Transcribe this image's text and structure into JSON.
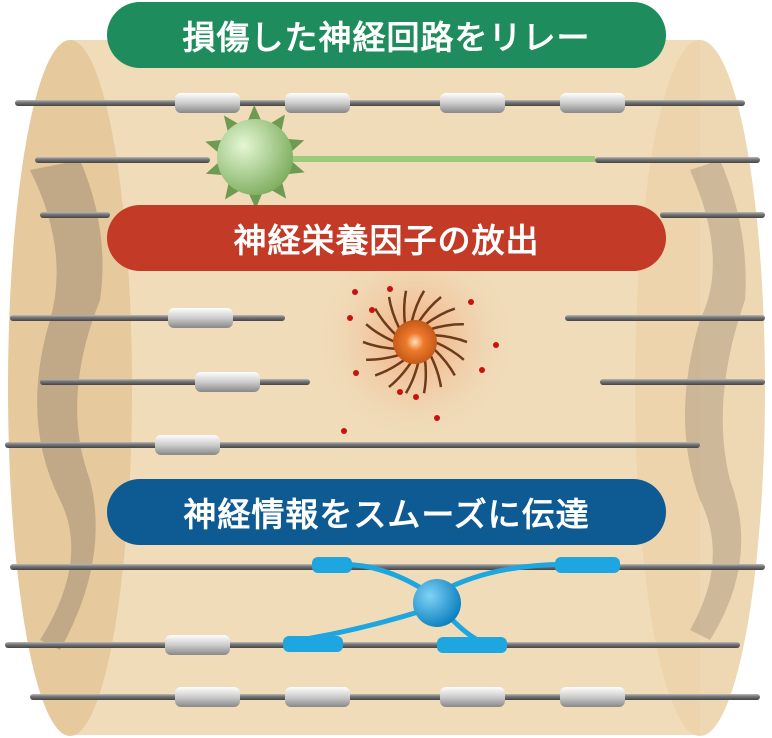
{
  "labels": {
    "relay": "損傷した神経回路をリレー",
    "release": "神経栄養因子の放出",
    "transmit": "神経情報をスムーズに伝達"
  },
  "colors": {
    "relay": "#1e8c5c",
    "release": "#c33a26",
    "transmit": "#0e5a93",
    "tissue": "#f0dcb9",
    "graft_cell": "#1da6e0"
  },
  "icons": [
    "spiky-cell-icon",
    "neurotrophic-cell-icon",
    "neuron-icon"
  ]
}
